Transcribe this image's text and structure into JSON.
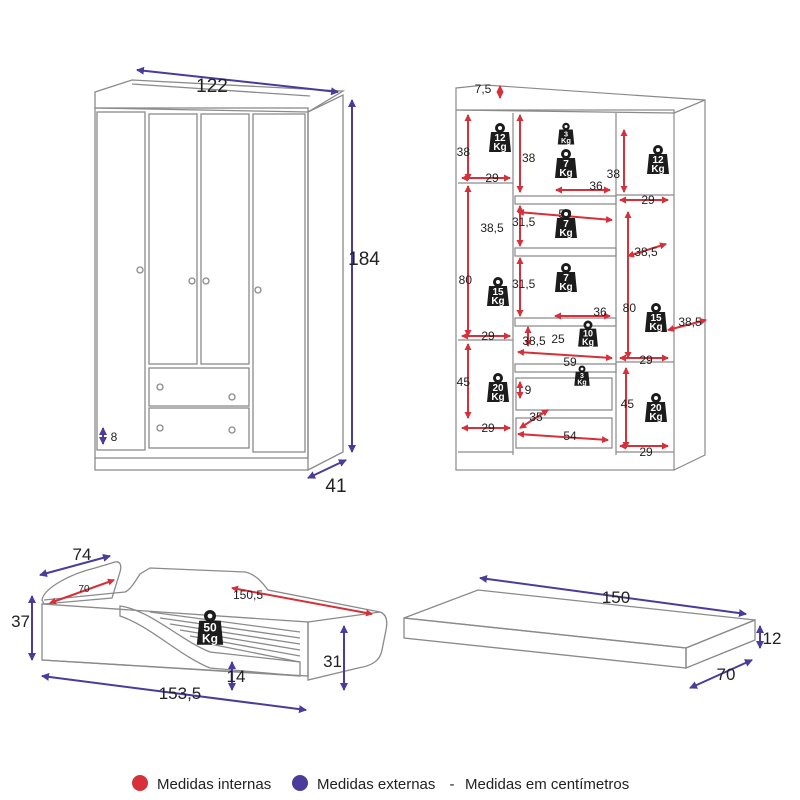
{
  "colors": {
    "internal": "#d6303a",
    "external": "#4b3b9a",
    "outline": "#8a8a8a",
    "weight": "#1c1c1c"
  },
  "wardrobe_front": {
    "width": "122",
    "height": "184",
    "depth": "41",
    "foot": "8"
  },
  "wardrobe_interior": {
    "top_gap": "7,5",
    "left_col": {
      "h1": "38",
      "w1": "29",
      "h2": "38,5",
      "h3": "80",
      "w3": "29",
      "h4": "45",
      "w4": "29"
    },
    "center_col": {
      "h1": "38",
      "w1": "36",
      "w2": "59",
      "h2": "31,5",
      "h3": "31,5",
      "w3": "36",
      "w4": "38,5",
      "h4": "25",
      "w5": "59",
      "h5": "9",
      "w6": "35",
      "w7": "54"
    },
    "right_col": {
      "h1": "38",
      "w1": "29",
      "h2": "38,5",
      "h3": "80",
      "d3": "38,5",
      "w3": "29",
      "h4": "45",
      "w4": "29"
    },
    "weights": [
      {
        "value": "12",
        "unit": "Kg"
      },
      {
        "value": "3",
        "unit": "Kg"
      },
      {
        "value": "7",
        "unit": "Kg"
      },
      {
        "value": "12",
        "unit": "Kg"
      },
      {
        "value": "7",
        "unit": "Kg"
      },
      {
        "value": "7",
        "unit": "Kg"
      },
      {
        "value": "15",
        "unit": "Kg"
      },
      {
        "value": "15",
        "unit": "Kg"
      },
      {
        "value": "10",
        "unit": "Kg"
      },
      {
        "value": "3",
        "unit": "Kg"
      },
      {
        "value": "20",
        "unit": "Kg"
      },
      {
        "value": "20",
        "unit": "Kg"
      }
    ]
  },
  "bed": {
    "depth": "74",
    "height": "37",
    "inner_width": "70",
    "inner_length": "150,5",
    "front_height": "31",
    "low_height": "14",
    "length": "153,5",
    "weight": {
      "value": "50",
      "unit": "Kg"
    }
  },
  "mattress": {
    "length": "150",
    "thickness": "12",
    "width": "70"
  },
  "legend": {
    "internal": "Medidas internas",
    "external": "Medidas externas",
    "separator": "-",
    "units_note": "Medidas em centímetros"
  }
}
